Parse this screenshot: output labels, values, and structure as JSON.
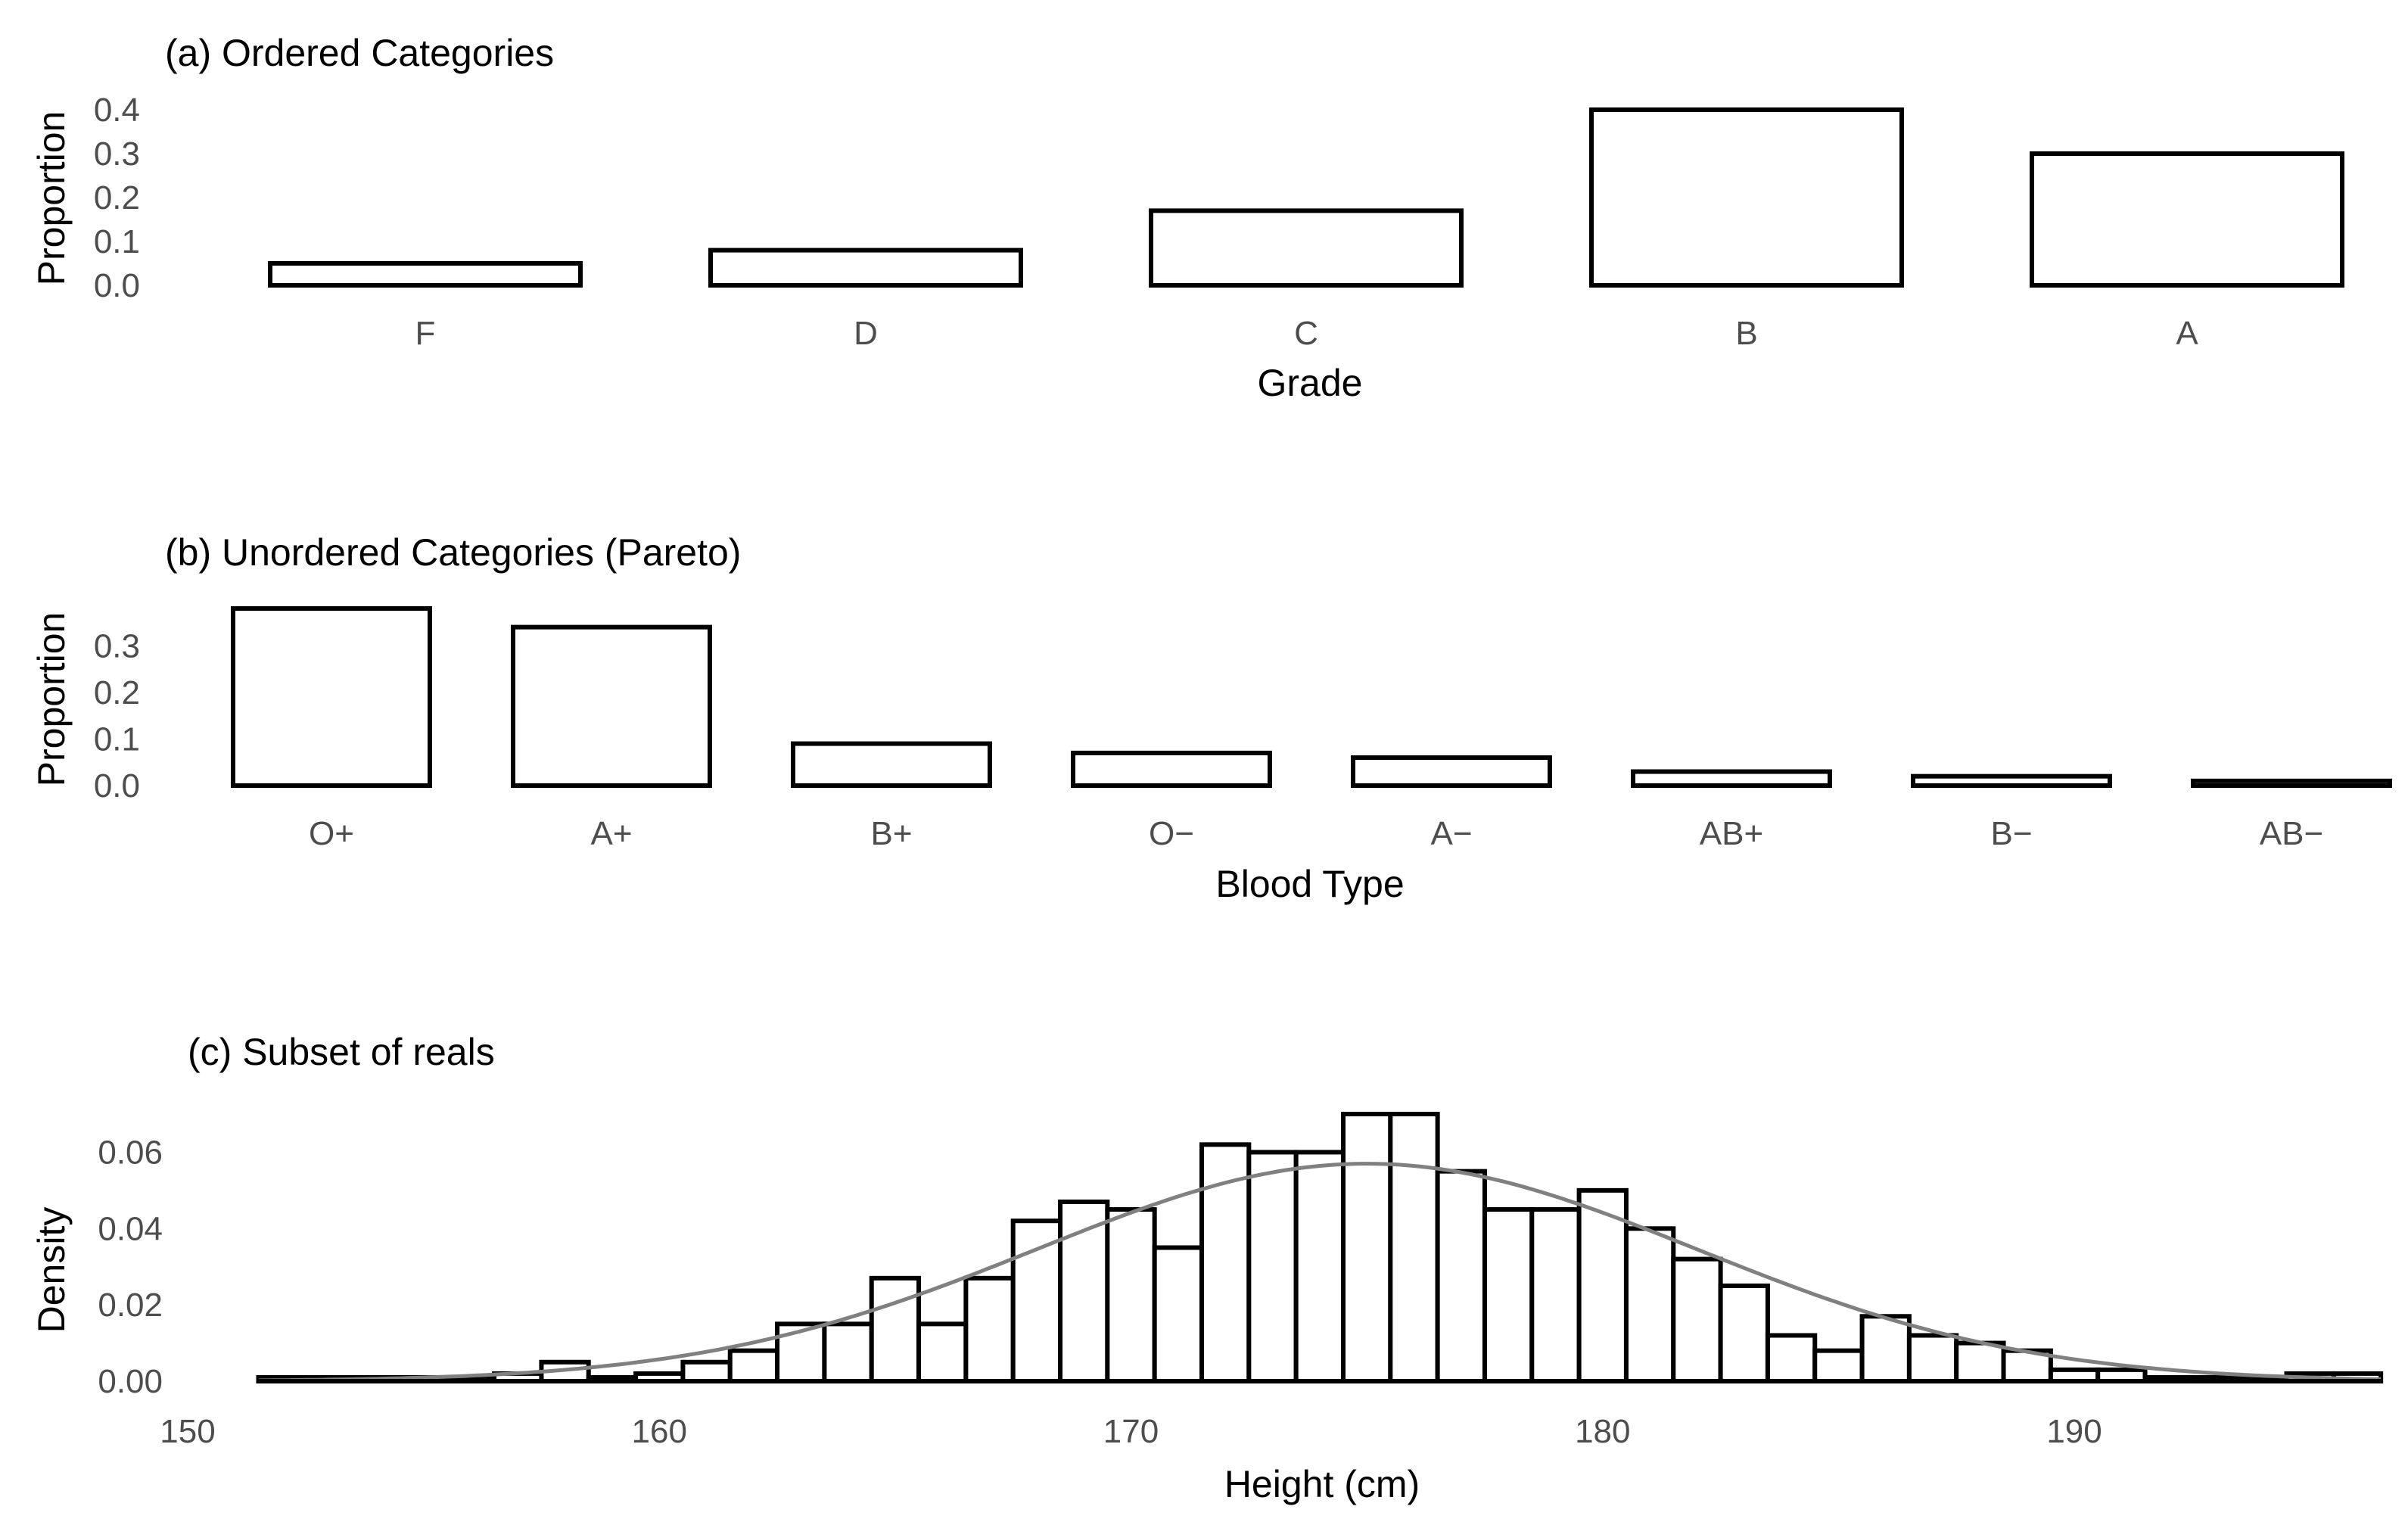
{
  "chart_data": [
    {
      "type": "bar",
      "title": "(a) Ordered Categories",
      "xlabel": "Grade",
      "ylabel": "Proportion",
      "categories": [
        "F",
        "D",
        "C",
        "B",
        "A"
      ],
      "values": [
        0.05,
        0.08,
        0.17,
        0.4,
        0.3
      ],
      "ylim": [
        0,
        0.4
      ],
      "yticks": [
        0.0,
        0.1,
        0.2,
        0.3,
        0.4
      ],
      "ytick_labels": [
        "0.0",
        "0.1",
        "0.2",
        "0.3",
        "0.4"
      ],
      "grid": false
    },
    {
      "type": "bar",
      "title": "(b) Unordered Categories (Pareto)",
      "xlabel": "Blood Type",
      "ylabel": "Proportion",
      "categories": [
        "O+",
        "A+",
        "B+",
        "O−",
        "A−",
        "AB+",
        "B−",
        "AB−"
      ],
      "values": [
        0.38,
        0.34,
        0.09,
        0.07,
        0.06,
        0.03,
        0.02,
        0.01
      ],
      "ylim": [
        0,
        0.38
      ],
      "yticks": [
        0.0,
        0.1,
        0.2,
        0.3
      ],
      "ytick_labels": [
        "0.0",
        "0.1",
        "0.2",
        "0.3"
      ],
      "grid": false
    },
    {
      "type": "bar",
      "title": "(c) Subset of reals",
      "xlabel": "Height (cm)",
      "ylabel": "Density",
      "bin_start": 151.5,
      "bin_width": 1.0,
      "values": [
        0.001,
        0.001,
        0.001,
        0.001,
        0.001,
        0.002,
        0.005,
        0.001,
        0.002,
        0.005,
        0.008,
        0.015,
        0.015,
        0.027,
        0.015,
        0.027,
        0.042,
        0.047,
        0.045,
        0.035,
        0.062,
        0.06,
        0.06,
        0.07,
        0.07,
        0.055,
        0.045,
        0.045,
        0.05,
        0.04,
        0.032,
        0.025,
        0.012,
        0.008,
        0.017,
        0.012,
        0.01,
        0.008,
        0.003,
        0.003,
        0.001,
        0.001,
        0.001,
        0.002,
        0.002
      ],
      "curve": {
        "type": "normal",
        "mean": 175,
        "sd": 7,
        "color": "#808080"
      },
      "xlim": [
        150,
        196
      ],
      "ylim": [
        0,
        0.07
      ],
      "xticks": [
        150,
        160,
        170,
        180,
        190
      ],
      "xtick_labels": [
        "150",
        "160",
        "170",
        "180",
        "190"
      ],
      "yticks": [
        0.0,
        0.02,
        0.04,
        0.06
      ],
      "ytick_labels": [
        "0.00",
        "0.02",
        "0.04",
        "0.06"
      ],
      "grid": false
    }
  ]
}
